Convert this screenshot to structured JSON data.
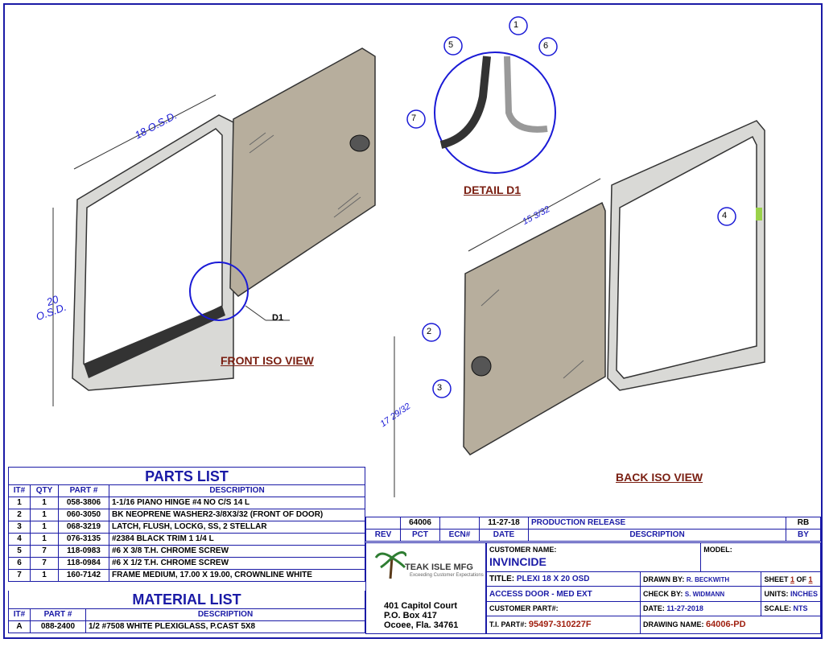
{
  "views": {
    "front_iso": "FRONT ISO VIEW",
    "back_iso": "BACK ISO VIEW",
    "detail": "DETAIL  D1",
    "detail_callout": "D1"
  },
  "dimensions": {
    "front_width": "18 O.S.D.",
    "front_height_line1": "20",
    "front_height_line2": "O.S.D.",
    "back_width": "15 3/32",
    "back_height": "17 29/32"
  },
  "balloons": [
    "1",
    "2",
    "3",
    "4",
    "5",
    "6",
    "7"
  ],
  "parts_list": {
    "title": "PARTS LIST",
    "headers": [
      "IT#",
      "QTY",
      "PART #",
      "DESCRIPTION"
    ],
    "rows": [
      [
        "1",
        "1",
        "058-3806",
        "1-1/16 PIANO HINGE #4 NO C/S 14 L"
      ],
      [
        "2",
        "1",
        "060-3050",
        "BK NEOPRENE WASHER2-3/8X3/32 (FRONT OF DOOR)"
      ],
      [
        "3",
        "1",
        "068-3219",
        "LATCH, FLUSH, LOCKG, SS, 2 STELLAR"
      ],
      [
        "4",
        "1",
        "076-3135",
        "#2384 BLACK TRIM 1 1/4 L"
      ],
      [
        "5",
        "7",
        "118-0983",
        "#6 X 3/8 T.H. CHROME SCREW"
      ],
      [
        "6",
        "7",
        "118-0984",
        "#6 X 1/2 T.H. CHROME SCREW"
      ],
      [
        "7",
        "1",
        "160-7142",
        "FRAME MEDIUM, 17.00 X 19.00, CROWNLINE WHITE"
      ]
    ]
  },
  "material_list": {
    "title": "MATERIAL LIST",
    "headers": [
      "IT#",
      "PART #",
      "DESCRIPTION"
    ],
    "rows": [
      [
        "A",
        "088-2400",
        "1/2 #7508 WHITE PLEXIGLASS, P.CAST 5X8"
      ]
    ]
  },
  "revision": {
    "row": [
      "",
      "64006",
      "",
      "11-27-18",
      "PRODUCTION RELEASE",
      "RB"
    ],
    "headers": [
      "REV",
      "PCT",
      "ECN#",
      "DATE",
      "DESCRIPTION",
      "BY"
    ]
  },
  "company": {
    "name": "TEAK ISLE MFG",
    "tagline": "Exceeding Customer Expectations",
    "address1": "401 Capitol Court",
    "address2": "P.O. Box 417",
    "address3": "Ocoee, Fla. 34761"
  },
  "title_block": {
    "customer_name_label": "CUSTOMER NAME:",
    "customer_name": "INVINCIDE",
    "model_label": "MODEL:",
    "title_label": "TITLE:",
    "title_line1": "PLEXI 18 X 20 OSD",
    "title_line2": "ACCESS DOOR - MED EXT",
    "customer_part_label": "CUSTOMER PART#:",
    "ti_part_label": "T.I. PART#:",
    "ti_part": "95497-310227F",
    "drawn_by_label": "DRAWN BY:",
    "drawn_by": "R. BECKWITH",
    "check_by_label": "CHECK BY:",
    "check_by": "S. WIDMANN",
    "date_label": "DATE:",
    "date": "11-27-2018",
    "drawing_name_label": "DRAWING NAME:",
    "drawing_name": "64006-PD",
    "sheet_label": "SHEET",
    "sheet_num": "1",
    "sheet_of": "OF",
    "sheet_total": "1",
    "units_label": "UNITS:",
    "units": "INCHES",
    "scale_label": "SCALE:",
    "scale": "NTS"
  },
  "colors": {
    "border": "#1a1aa6",
    "accent": "#7a1f12",
    "panel": "#b7ae9d"
  }
}
